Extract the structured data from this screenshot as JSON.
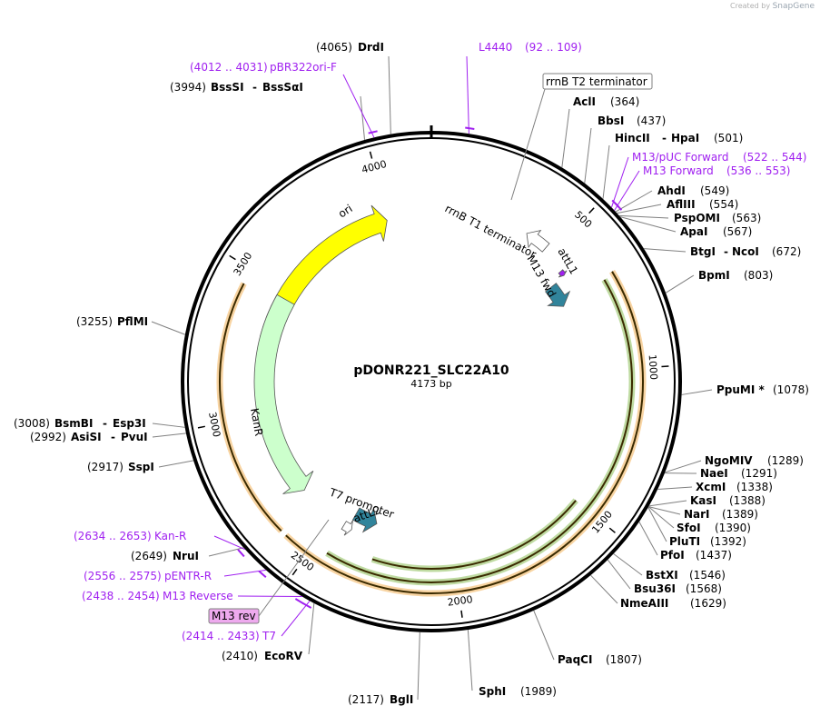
{
  "credit": {
    "prefix": "Created by",
    "brand": "SnapGene"
  },
  "plasmid": {
    "name": "pDONR221_SLC22A10",
    "size_label": "4173 bp",
    "length": 4173
  },
  "ticks": [
    {
      "pos": 500,
      "label": "500"
    },
    {
      "pos": 1000,
      "label": "1000"
    },
    {
      "pos": 1500,
      "label": "1500"
    },
    {
      "pos": 2000,
      "label": "2000"
    },
    {
      "pos": 2500,
      "label": "2500"
    },
    {
      "pos": 3000,
      "label": "3000"
    },
    {
      "pos": 3500,
      "label": "3500"
    },
    {
      "pos": 4000,
      "label": "4000"
    }
  ],
  "features": [
    {
      "name": "ori",
      "label": "ori",
      "color": "#ffff00",
      "start": 3300,
      "end": 3995,
      "dir": 1
    },
    {
      "name": "KanR",
      "label": "KanR",
      "color": "#ccffcc",
      "start": 2660,
      "end": 3470,
      "dir": -1
    },
    {
      "name": "attL1",
      "label": "attL1",
      "color": "#31849b",
      "start": 600,
      "end": 700,
      "dir": 1
    },
    {
      "name": "attL2",
      "label": "attL2",
      "color": "#31849b",
      "start": 2330,
      "end": 2430,
      "dir": -1
    },
    {
      "name": "rrnB-T1",
      "label": "rrnB T1 terminator",
      "color": "#ffffff",
      "start": 380,
      "end": 470,
      "dir": -1
    },
    {
      "name": "T7-promoter",
      "label": "T7 promoter",
      "color": "#ffffff",
      "start": 2415,
      "end": 2450,
      "dir": -1
    },
    {
      "name": "M13-fwd",
      "label": "M13 fwd",
      "color": "#a020f0",
      "start": 575,
      "end": 595,
      "dir": 1
    }
  ],
  "orfs": [
    {
      "name": "orf-outer",
      "color": "#f0a030",
      "start": 680,
      "end": 2590,
      "radius": 233
    },
    {
      "name": "orf-middle",
      "color": "#70b030",
      "start": 690,
      "end": 2450,
      "radius": 221
    },
    {
      "name": "orf-inner",
      "color": "#70b030",
      "start": 1500,
      "end": 2300,
      "radius": 206
    },
    {
      "name": "orf-left",
      "color": "#f0a030",
      "start": 2610,
      "end": 3450,
      "radius": 233
    }
  ],
  "sites": [
    {
      "name": "site-drdi",
      "num": "(4065)",
      "enz": "DrdI",
      "extra": "",
      "pos": 4065
    },
    {
      "name": "site-bsssi",
      "num": "(3994)",
      "enz": "BssSI",
      "extra": "BssSαI",
      "pos": 3994
    },
    {
      "name": "site-acli",
      "num": "",
      "enz": "AclI",
      "extra": "",
      "pos": 364,
      "after": "(364)"
    },
    {
      "name": "site-bbsi",
      "enz": "BbsI",
      "after": "(437)",
      "pos": 437
    },
    {
      "name": "site-hincii",
      "enz": "HincII",
      "extra": "HpaI",
      "after": "(501)",
      "pos": 501
    },
    {
      "name": "site-ahdi",
      "enz": "AhdI",
      "after": "(549)",
      "pos": 549
    },
    {
      "name": "site-aflIII",
      "enz": "AflIII",
      "after": "(554)",
      "pos": 554
    },
    {
      "name": "site-psp",
      "enz": "PspOMI",
      "after": "(563)",
      "pos": 563
    },
    {
      "name": "site-apai",
      "enz": "ApaI",
      "after": "(567)",
      "pos": 567
    },
    {
      "name": "site-btgi",
      "enz": "BtgI",
      "extra": "NcoI",
      "after": "(672)",
      "pos": 672
    },
    {
      "name": "site-bpmi",
      "enz": "BpmI",
      "after": "(803)",
      "pos": 803
    },
    {
      "name": "site-ppumi",
      "enz": "PpuMI *",
      "after": "(1078)",
      "pos": 1078
    },
    {
      "name": "site-ngomiv",
      "enz": "NgoMIV",
      "after": "(1289)",
      "pos": 1289
    },
    {
      "name": "site-naei",
      "enz": "NaeI",
      "after": "(1291)",
      "pos": 1291
    },
    {
      "name": "site-xcmi",
      "enz": "XcmI",
      "after": "(1338)",
      "pos": 1338
    },
    {
      "name": "site-kasi",
      "enz": "KasI",
      "after": "(1388)",
      "pos": 1388
    },
    {
      "name": "site-nari",
      "enz": "NarI",
      "after": "(1389)",
      "pos": 1389
    },
    {
      "name": "site-sfoi",
      "enz": "SfoI",
      "after": "(1390)",
      "pos": 1390
    },
    {
      "name": "site-pluti",
      "enz": "PluTI",
      "after": "(1392)",
      "pos": 1392
    },
    {
      "name": "site-pfoi",
      "enz": "PfoI",
      "after": "(1437)",
      "pos": 1437
    },
    {
      "name": "site-bstxi",
      "enz": "BstXI",
      "after": "(1546)",
      "pos": 1546
    },
    {
      "name": "site-bsu36i",
      "enz": "Bsu36I",
      "after": "(1568)",
      "pos": 1568
    },
    {
      "name": "site-nmeaiii",
      "enz": "NmeAIII",
      "after": "(1629)",
      "pos": 1629
    },
    {
      "name": "site-paqci",
      "enz": "PaqCI",
      "after": "(1807)",
      "pos": 1807
    },
    {
      "name": "site-sphi",
      "enz": "SphI",
      "after": "(1989)",
      "pos": 1989
    },
    {
      "name": "site-bgli",
      "num": "(2117)",
      "enz": "BglI",
      "pos": 2117
    },
    {
      "name": "site-ecorv",
      "num": "(2410)",
      "enz": "EcoRV",
      "pos": 2410
    },
    {
      "name": "site-nrui",
      "num": "(2649)",
      "enz": "NruI",
      "pos": 2649
    },
    {
      "name": "site-sspi",
      "num": "(2917)",
      "enz": "SspI",
      "pos": 2917
    },
    {
      "name": "site-asisi",
      "num": "(2992)",
      "enz": "AsiSI",
      "extra": "PvuI",
      "pos": 2992
    },
    {
      "name": "site-bsmbi",
      "num": "(3008)",
      "enz": "BsmBI",
      "extra": "Esp3I",
      "pos": 3008
    },
    {
      "name": "site-pflmi",
      "num": "(3255)",
      "enz": "PflMI",
      "pos": 3255
    }
  ],
  "primers": [
    {
      "name": "primer-l4440",
      "label": "L4440",
      "range": "(92 .. 109)",
      "pos": 100
    },
    {
      "name": "primer-pbr322",
      "label": "pBR322ori-F",
      "range": "(4012 .. 4031)",
      "pos": 4020
    },
    {
      "name": "primer-m13puc",
      "label": "M13/pUC Forward",
      "range": "(522 .. 544)",
      "pos": 533
    },
    {
      "name": "primer-m13fwd",
      "label": "M13 Forward",
      "range": "(536 .. 553)",
      "pos": 544
    },
    {
      "name": "primer-kanr",
      "label": "Kan-R",
      "range": "(2634 .. 2653)",
      "pos": 2643
    },
    {
      "name": "primer-pentr",
      "label": "pENTR-R",
      "range": "(2556 .. 2575)",
      "pos": 2565
    },
    {
      "name": "primer-m13rev",
      "label": "M13 Reverse",
      "range": "(2438 .. 2454)",
      "pos": 2446
    },
    {
      "name": "primer-t7",
      "label": "T7",
      "range": "(2414 .. 2433)",
      "pos": 2423
    }
  ],
  "boxed_labels": {
    "rrnb_t2": "rrnB T2 terminator",
    "m13_rev": "M13 rev"
  },
  "colors": {
    "primer": "#a020f0",
    "backbone": "#000000"
  }
}
